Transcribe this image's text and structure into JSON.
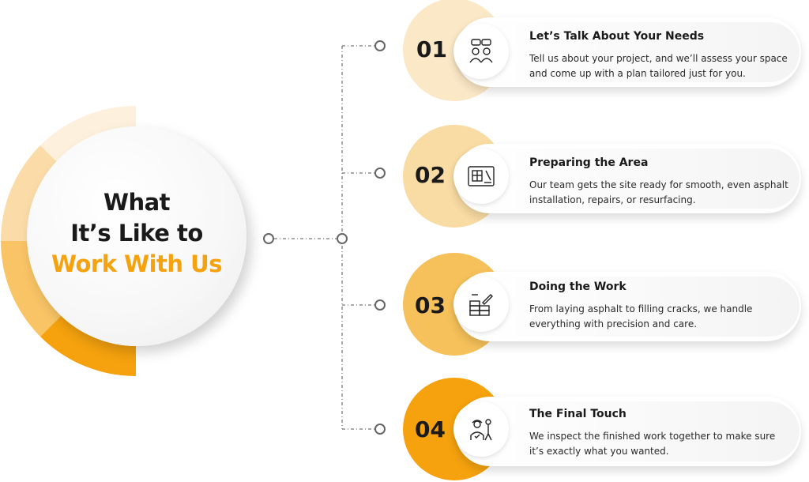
{
  "hub": {
    "line1": "What",
    "line2": "It’s Like to",
    "line3": "Work With Us",
    "accent_color": "#f5a20e"
  },
  "steps": [
    {
      "number": "01",
      "title": "Let’s Talk About Your Needs",
      "description": "Tell us about your project, and we’ll assess your space and come up with a plan tailored just for you.",
      "icon": "consultation-icon",
      "color": "#fbe8c6"
    },
    {
      "number": "02",
      "title": "Preparing the Area",
      "description": "Our team gets the site ready for smooth, even asphalt installation, repairs, or resurfacing.",
      "icon": "blueprint-icon",
      "color": "#f9dca3"
    },
    {
      "number": "03",
      "title": "Doing the Work",
      "description": "From laying asphalt to filling cracks, we handle everything with precision and care.",
      "icon": "brick-trowel-icon",
      "color": "#f6c15a"
    },
    {
      "number": "04",
      "title": "The Final Touch",
      "description": "We inspect the finished work together to make sure it’s exactly what you wanted.",
      "icon": "inspector-icon",
      "color": "#f5a20e"
    }
  ]
}
